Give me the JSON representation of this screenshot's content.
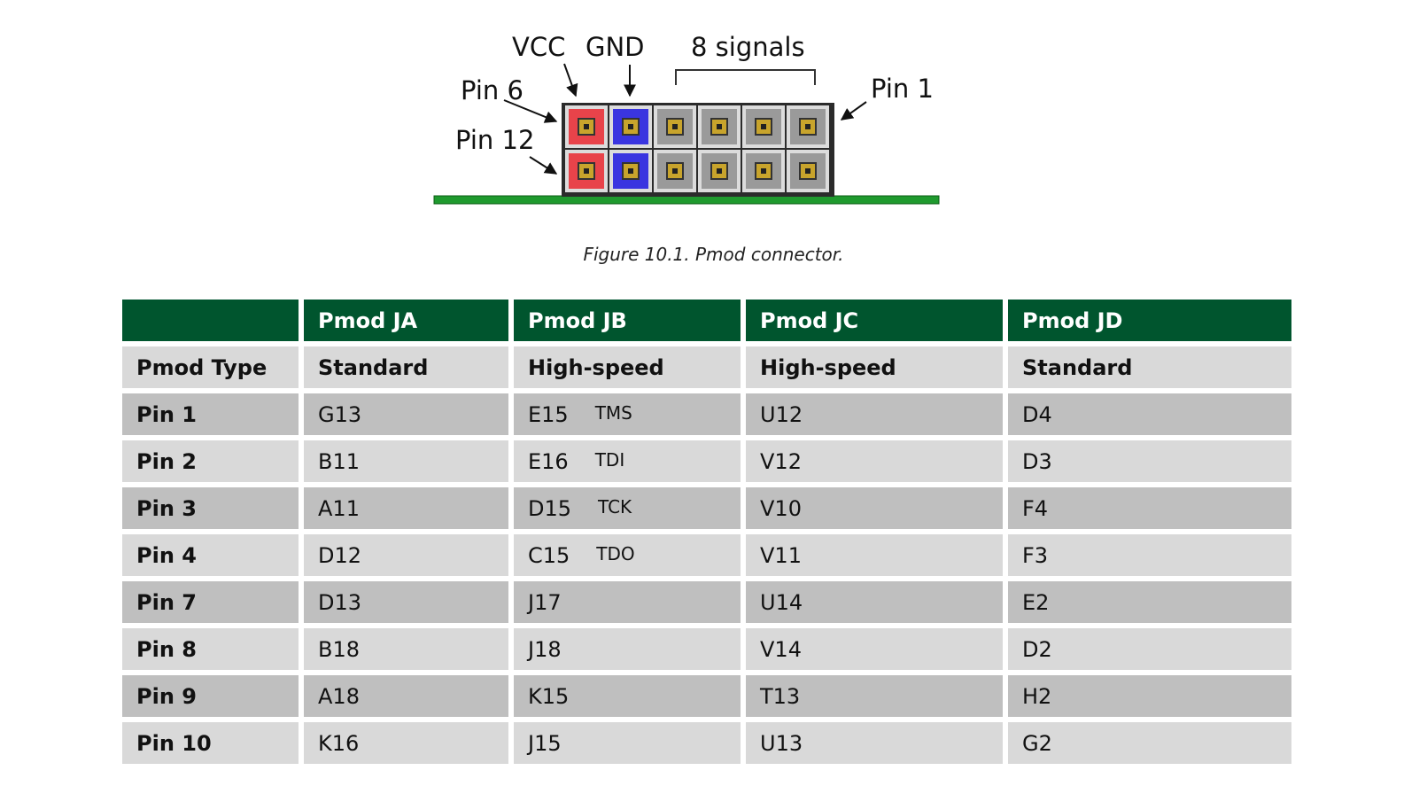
{
  "figure": {
    "labels": {
      "vcc": "VCC",
      "gnd": "GND",
      "signals": "8 signals",
      "pin6": "Pin 6",
      "pin12": "Pin 12",
      "pin1": "Pin 1"
    },
    "colors": {
      "vcc": "#e8434a",
      "gnd": "#3a35e0",
      "signal": "#9a9a9a",
      "board": "#1f9a2e"
    },
    "caption": "Figure 10.1. Pmod connector."
  },
  "table": {
    "headers": [
      "",
      "Pmod JA",
      "Pmod JB",
      "Pmod JC",
      "Pmod JD"
    ],
    "type_row": {
      "label": "Pmod Type",
      "values": [
        "Standard",
        "High-speed",
        "High-speed",
        "Standard"
      ]
    },
    "rows": [
      {
        "label": "Pin 1",
        "ja": "G13",
        "jb": "E15",
        "jb_note": "TMS",
        "jc": "U12",
        "jd": "D4"
      },
      {
        "label": "Pin 2",
        "ja": "B11",
        "jb": "E16",
        "jb_note": "TDI",
        "jc": "V12",
        "jd": "D3"
      },
      {
        "label": "Pin 3",
        "ja": "A11",
        "jb": "D15",
        "jb_note": "TCK",
        "jc": "V10",
        "jd": "F4"
      },
      {
        "label": "Pin 4",
        "ja": "D12",
        "jb": "C15",
        "jb_note": "TDO",
        "jc": "V11",
        "jd": "F3"
      },
      {
        "label": "Pin 7",
        "ja": "D13",
        "jb": "J17",
        "jb_note": "",
        "jc": "U14",
        "jd": "E2"
      },
      {
        "label": "Pin 8",
        "ja": "B18",
        "jb": "J18",
        "jb_note": "",
        "jc": "V14",
        "jd": "D2"
      },
      {
        "label": "Pin 9",
        "ja": "A18",
        "jb": "K15",
        "jb_note": "",
        "jc": "T13",
        "jd": "H2"
      },
      {
        "label": "Pin 10",
        "ja": "K16",
        "jb": "J15",
        "jb_note": "",
        "jc": "U13",
        "jd": "G2"
      }
    ]
  }
}
